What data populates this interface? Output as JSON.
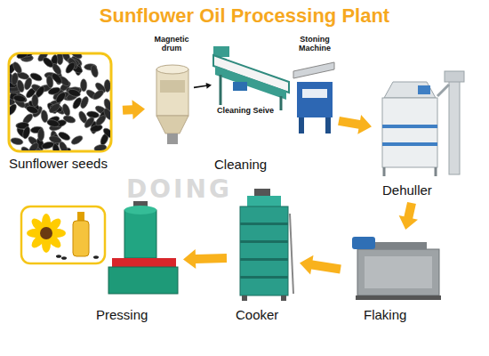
{
  "diagram": {
    "title": "Sunflower Oil Processing Plant",
    "nodes": [
      {
        "text": [
          "Sunflower seeds"
        ]
      },
      {
        "text": [
          "Cleaning"
        ]
      },
      {
        "text": [
          "Magnetic drum"
        ],
        "in": 1
      },
      {
        "text": [
          "Cleaning Seive"
        ],
        "in": 1
      },
      {
        "text": [
          "Stoning Machine"
        ],
        "in": 1
      },
      {
        "text": [
          "Dehuller"
        ]
      },
      {
        "text": [
          "Flaking"
        ]
      },
      {
        "text": [
          "Cooker"
        ]
      },
      {
        "text": [
          "Pressing"
        ]
      }
    ],
    "edges": [
      {
        "from": 0,
        "to": 1,
        "arrow": "to"
      },
      {
        "from": 2,
        "to": 3,
        "arrow": "to"
      },
      {
        "from": 1,
        "to": 5,
        "arrow": "to"
      },
      {
        "from": 5,
        "to": 6,
        "arrow": "to"
      },
      {
        "from": 6,
        "to": 7,
        "arrow": "to"
      },
      {
        "from": 7,
        "to": 8,
        "arrow": "to"
      }
    ],
    "labels": [
      "DOING"
    ]
  }
}
